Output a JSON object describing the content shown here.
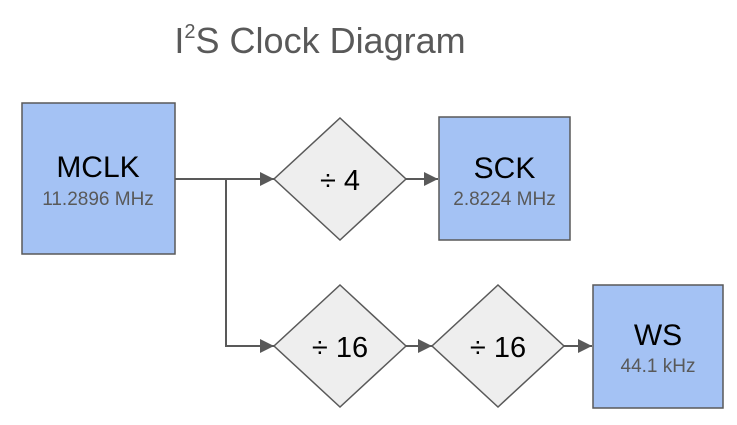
{
  "title": {
    "base": "I",
    "sup": "2",
    "rest": "S Clock Diagram"
  },
  "colors": {
    "clock_box_fill": "#a4c2f4",
    "divider_fill": "#eeeeee",
    "stroke": "#595959",
    "title": "#595959",
    "sub_text": "#595959"
  },
  "nodes": {
    "mclk": {
      "name": "MCLK",
      "freq": "11.2896 MHz"
    },
    "div4": {
      "label": "÷ 4"
    },
    "sck": {
      "name": "SCK",
      "freq": "2.8224 MHz"
    },
    "div16a": {
      "label": "÷ 16"
    },
    "div16b": {
      "label": "÷ 16"
    },
    "ws": {
      "name": "WS",
      "freq": "44.1 kHz"
    }
  },
  "edges": [
    {
      "from": "mclk",
      "to": "div4"
    },
    {
      "from": "mclk",
      "to": "div16a"
    },
    {
      "from": "div4",
      "to": "sck"
    },
    {
      "from": "div16a",
      "to": "div16b"
    },
    {
      "from": "div16b",
      "to": "ws"
    }
  ]
}
